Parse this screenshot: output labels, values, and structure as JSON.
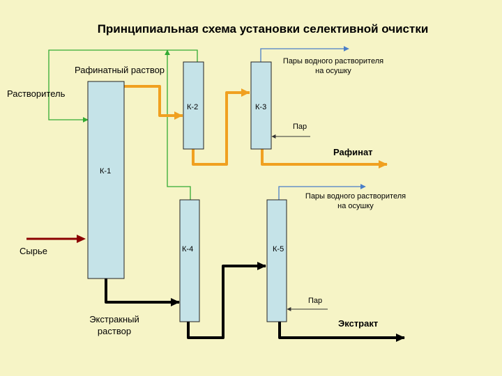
{
  "title": "Принципиальная схема установки селективной очистки",
  "columns": {
    "k1": "К-1",
    "k2": "К-2",
    "k3": "К-3",
    "k4": "К-4",
    "k5": "К-5"
  },
  "labels": {
    "solvent": "Растворитель",
    "raffinate_solution": "Рафинатный раствор",
    "vapors_top_1": "Пары водного растворителя",
    "vapors_top_2": "на осушку",
    "vapors_bottom_1": "Пары водного растворителя",
    "vapors_bottom_2": "на осушку",
    "steam_top": "Пар",
    "steam_bottom": "Пар",
    "raffinate": "Рафинат",
    "feed": "Сырье",
    "extract_solution_1": "Экстракный",
    "extract_solution_2": "раствор",
    "extract": "Экстракт"
  },
  "colors": {
    "background": "#f6f4c6",
    "column_fill": "#c5e3e8",
    "raffinate_line": "#f0a020",
    "extract_line": "#000000",
    "solvent_line": "#33aa33",
    "vapor_line": "#4a7ec8",
    "feed_line": "#8b0000"
  }
}
